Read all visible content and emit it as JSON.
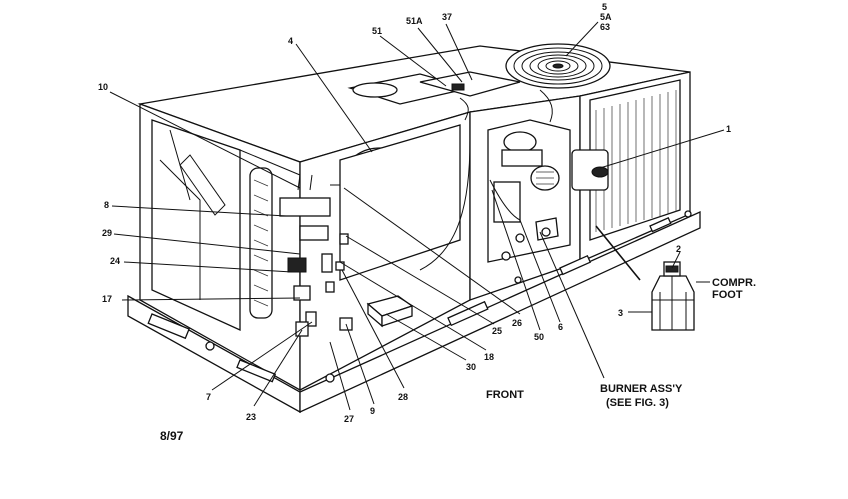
{
  "diagram": {
    "date": "8/97",
    "front_label": "FRONT",
    "burner_label_line1": "BURNER ASS'Y",
    "burner_label_line2": "(SEE FIG. 3)",
    "compr_label_line1": "COMPR.",
    "compr_label_line2": "FOOT",
    "callouts": {
      "c5": "5",
      "c5a": "5A",
      "c63": "63",
      "c37": "37",
      "c51a": "51A",
      "c51": "51",
      "c4": "4",
      "c10": "10",
      "c1": "1",
      "c8": "8",
      "c29": "29",
      "c24": "24",
      "c17": "17",
      "c2": "2",
      "c3": "3",
      "c26": "26",
      "c25": "25",
      "c18": "18",
      "c30": "30",
      "c50": "50",
      "c6": "6",
      "c7": "7",
      "c23": "23",
      "c27": "27",
      "c9": "9",
      "c28": "28"
    }
  }
}
